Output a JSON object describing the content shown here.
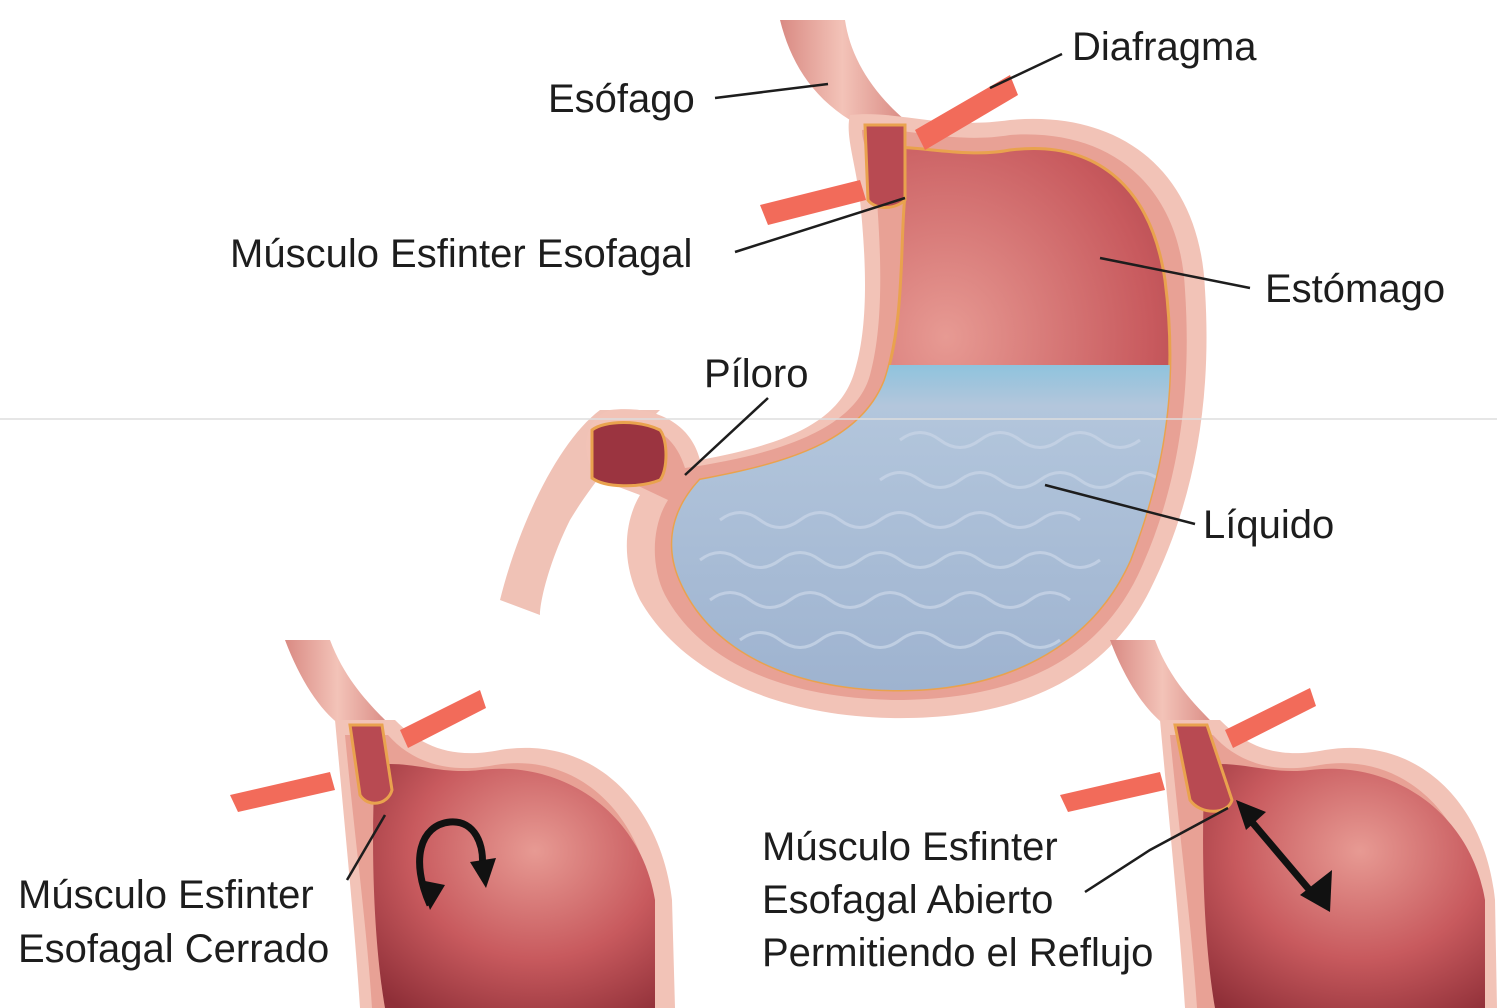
{
  "diagram": {
    "labels": {
      "esophagus": "Esófago",
      "diaphragm": "Diafragma",
      "sphincter": "Músculo Esfinter Esofagal",
      "stomach": "Estómago",
      "pylorus": "Píloro",
      "liquid": "Líquido"
    },
    "closed_caption": [
      "Músculo Esfinter",
      "Esofagal Cerrado"
    ],
    "open_caption": [
      "Músculo Esfinter",
      "Esofagal Abierto",
      "Permitiendo el Reflujo"
    ]
  },
  "colors": {
    "tissue_outer": "#f2c0b4",
    "tissue_mid": "#e6978a",
    "lining": "#b8434a",
    "lining_dark": "#8e2a33",
    "diaphragm": "#f26b5a",
    "liquid": "#a9bdd6",
    "liquid_top": "#8fc3dd",
    "outline": "#d97a40"
  }
}
